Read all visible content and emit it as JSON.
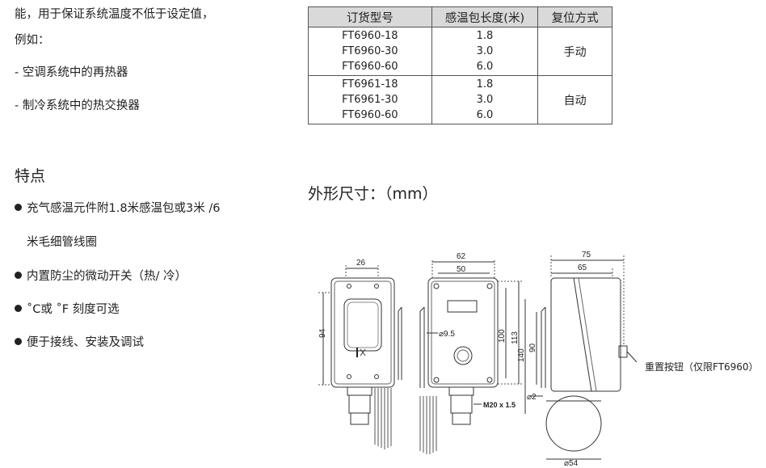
{
  "intro": {
    "line1": "能，用于保证系统温度不低于设定值，",
    "line2": "例如：",
    "item1": "- 空调系统中的再热器",
    "item2": "- 制冷系统中的热交换器"
  },
  "features": {
    "title": "特点",
    "items": [
      "充气感温元件附1.8米感温包或3米 /6",
      "米毛细管线圈",
      "内置防尘的微动开关（热/ 冷）",
      "˚C或 ˚F 刻度可选",
      "便于接线、安装及调试"
    ]
  },
  "table": {
    "headers": [
      "订货型号",
      "感温包长度(米)",
      "复位方式"
    ],
    "groups": [
      {
        "models": [
          "FT6960-18",
          "FT6960-30",
          "FT6960-60"
        ],
        "lengths": [
          "1.8",
          "3.0",
          "6.0"
        ],
        "reset": "手动"
      },
      {
        "models": [
          "FT6961-18",
          "FT6961-30",
          "FT6960-60"
        ],
        "lengths": [
          "1.8",
          "3.0",
          "6.0"
        ],
        "reset": "自动"
      }
    ]
  },
  "dimensions": {
    "title": "外形尺寸：（mm）",
    "labels": {
      "w26": "26",
      "h94": "94",
      "w62": "62",
      "w50": "50",
      "h100": "100",
      "h113": "113",
      "d95": "⌀9.5",
      "m20": "M20 x 1.5",
      "w75": "75",
      "w65": "65",
      "h140": "140",
      "h90": "90",
      "d2": "⌀2",
      "d54": "⌀54",
      "reset": "重置按钮（仅限FT6960）"
    }
  }
}
